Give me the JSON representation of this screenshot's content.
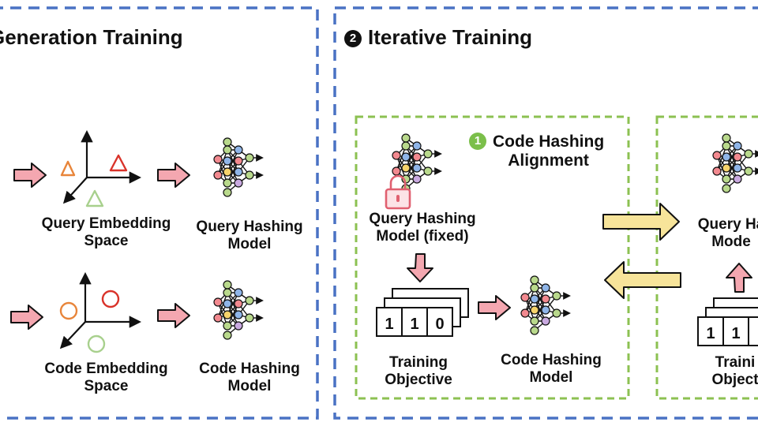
{
  "colors": {
    "panel_border": "#4a72c4",
    "group_border": "#8cc152",
    "pink_arrow_fill": "#f4a7b0",
    "yellow_arrow_fill": "#f7e49a",
    "lock": "#e06070",
    "orange": "#e8853a",
    "red": "#d9332a",
    "light_green": "#a8d08d",
    "step1_badge": "#7bbf4a",
    "step2_badge": "#111111"
  },
  "panel_left": {
    "title": "Generation Training",
    "query_space_label": "Query Embedding\nSpace",
    "query_model_label": "Query Hashing\nModel",
    "code_space_label": "Code Embedding\nSpace",
    "code_model_label": "Code Hashing\nModel"
  },
  "panel_right": {
    "step_number": "2",
    "title": "Iterative Training",
    "alignment_group": {
      "step_number": "1",
      "title": "Code Hashing\nAlignment",
      "fixed_model_label": "Query Hashing\nModel (fixed)",
      "objective_label": "Training\nObjective",
      "objective_bits": [
        "1",
        "1",
        "0"
      ],
      "code_model_label": "Code Hashing\nModel"
    },
    "right_group": {
      "model_label": "Query Ha\nMode",
      "objective_label": "Traini\nObject",
      "objective_bits": [
        "1",
        "1"
      ]
    }
  }
}
